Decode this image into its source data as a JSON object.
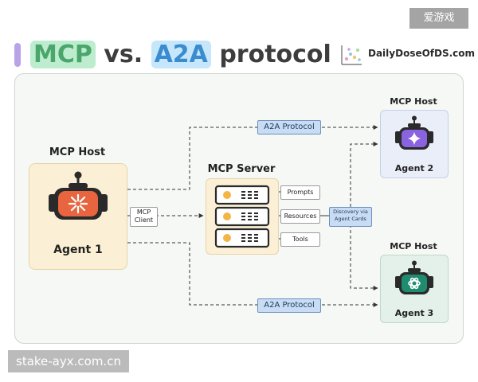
{
  "header": {
    "title_mcp": "MCP",
    "title_vs": " vs. ",
    "title_a2a": "A2A",
    "title_protocol": " protocol",
    "brand": "DailyDoseOfDS.com"
  },
  "watermarks": {
    "top": "爱游戏",
    "bottom": "stake-ayx.com.cn"
  },
  "diagram": {
    "agent1": {
      "host_label": "MCP Host",
      "name": "Agent 1"
    },
    "server": {
      "title": "MCP Server"
    },
    "mcp_client": {
      "line1": "MCP",
      "line2": "Client"
    },
    "capabilities": [
      "Prompts",
      "Resources",
      "Tools"
    ],
    "discovery": {
      "line1": "Discovery via",
      "line2": "Agent Cards"
    },
    "a2a_top": "A2A Protocol",
    "a2a_bottom": "A2A Protocol",
    "agent2": {
      "host_label": "MCP Host",
      "name": "Agent 2"
    },
    "agent3": {
      "host_label": "MCP Host",
      "name": "Agent 3"
    }
  },
  "colors": {
    "mcp_accent": "#4aa66b",
    "a2a_accent": "#3a8ccf",
    "host_box": "#fbf0d5",
    "agent1_head": "#e8653f",
    "agent2_head": "#8a63e0",
    "agent3_head": "#1f8c6f",
    "server_dot": "#f4b547"
  }
}
